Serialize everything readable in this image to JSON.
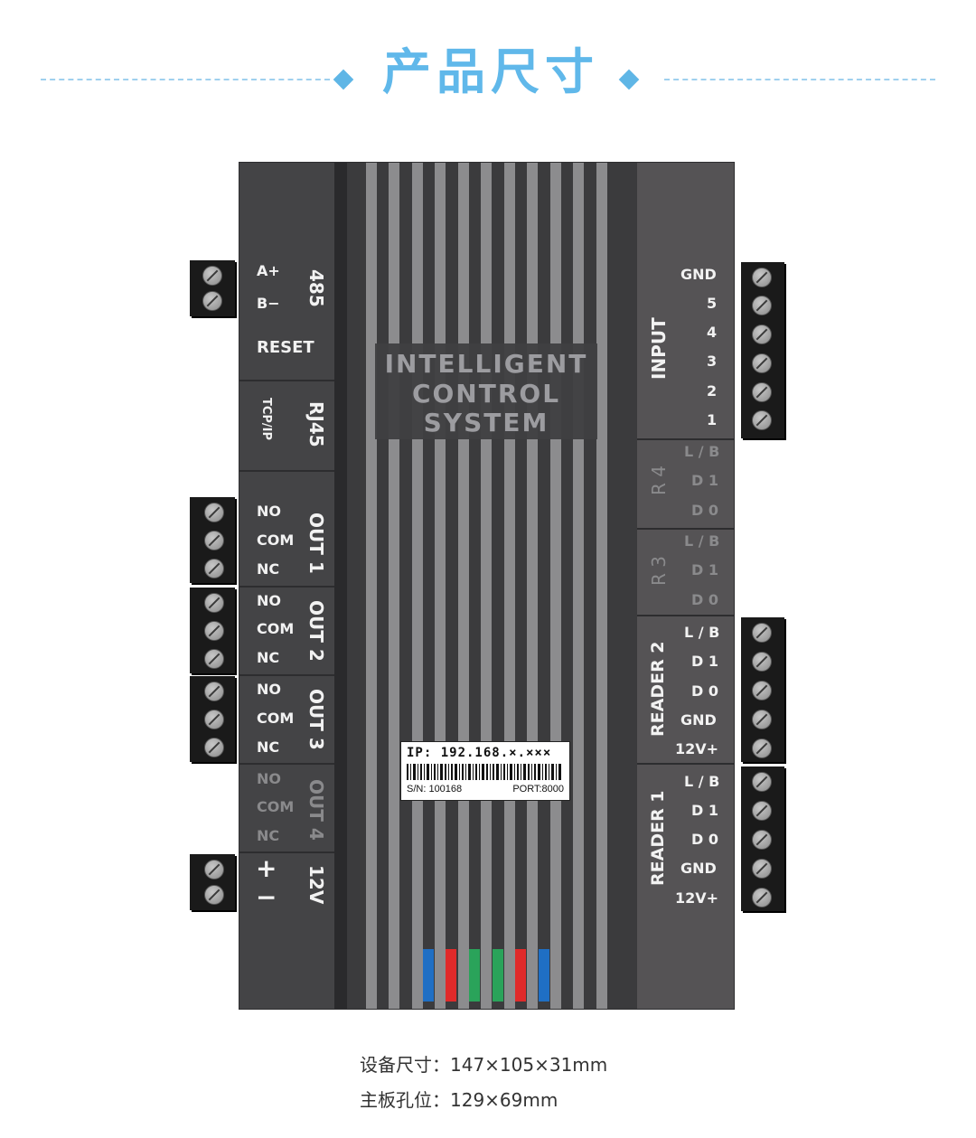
{
  "header": {
    "title": "产品尺寸"
  },
  "logo": {
    "line1": "INTELLIGENT",
    "line2": "CONTROL",
    "line3": "SYSTEM"
  },
  "label": {
    "ip": "IP: 192.168.×.×××",
    "sn": "S/N: 100168",
    "port": "PORT:8000"
  },
  "left": {
    "rs485": {
      "title": "485",
      "a": "A+",
      "b": "B−"
    },
    "reset": "RESET",
    "rj45": {
      "title": "RJ45",
      "sub": "TCP/IP"
    },
    "out1": {
      "title": "OUT 1",
      "no": "NO",
      "com": "COM",
      "nc": "NC"
    },
    "out2": {
      "title": "OUT 2",
      "no": "NO",
      "com": "COM",
      "nc": "NC"
    },
    "out3": {
      "title": "OUT 3",
      "no": "NO",
      "com": "COM",
      "nc": "NC"
    },
    "out4": {
      "title": "OUT 4",
      "no": "NO",
      "com": "COM",
      "nc": "NC"
    },
    "power": {
      "title": "12V",
      "plus": "+",
      "minus": "−"
    }
  },
  "right": {
    "input": {
      "title": "INPUT",
      "gnd": "GND",
      "p5": "5",
      "p4": "4",
      "p3": "3",
      "p2": "2",
      "p1": "1"
    },
    "r4": {
      "title": "R 4",
      "lb": "L / B",
      "d1": "D 1",
      "d0": "D 0"
    },
    "r3": {
      "title": "R 3",
      "lb": "L / B",
      "d1": "D 1",
      "d0": "D 0"
    },
    "reader2": {
      "title": "READER 2",
      "lb": "L / B",
      "d1": "D 1",
      "d0": "D 0",
      "gnd": "GND",
      "v12": "12V+"
    },
    "reader1": {
      "title": "READER 1",
      "lb": "L / B",
      "d1": "D 1",
      "d0": "D 0",
      "gnd": "GND",
      "v12": "12V+"
    }
  },
  "captions": {
    "size": "设备尺寸：147×105×31mm",
    "holes": "主板孔位：129×69mm"
  },
  "colors": {
    "accent": "#60b8ea",
    "led_blue": "#1f6fc4",
    "led_red": "#e02a2a",
    "led_green": "#2aa35a"
  }
}
